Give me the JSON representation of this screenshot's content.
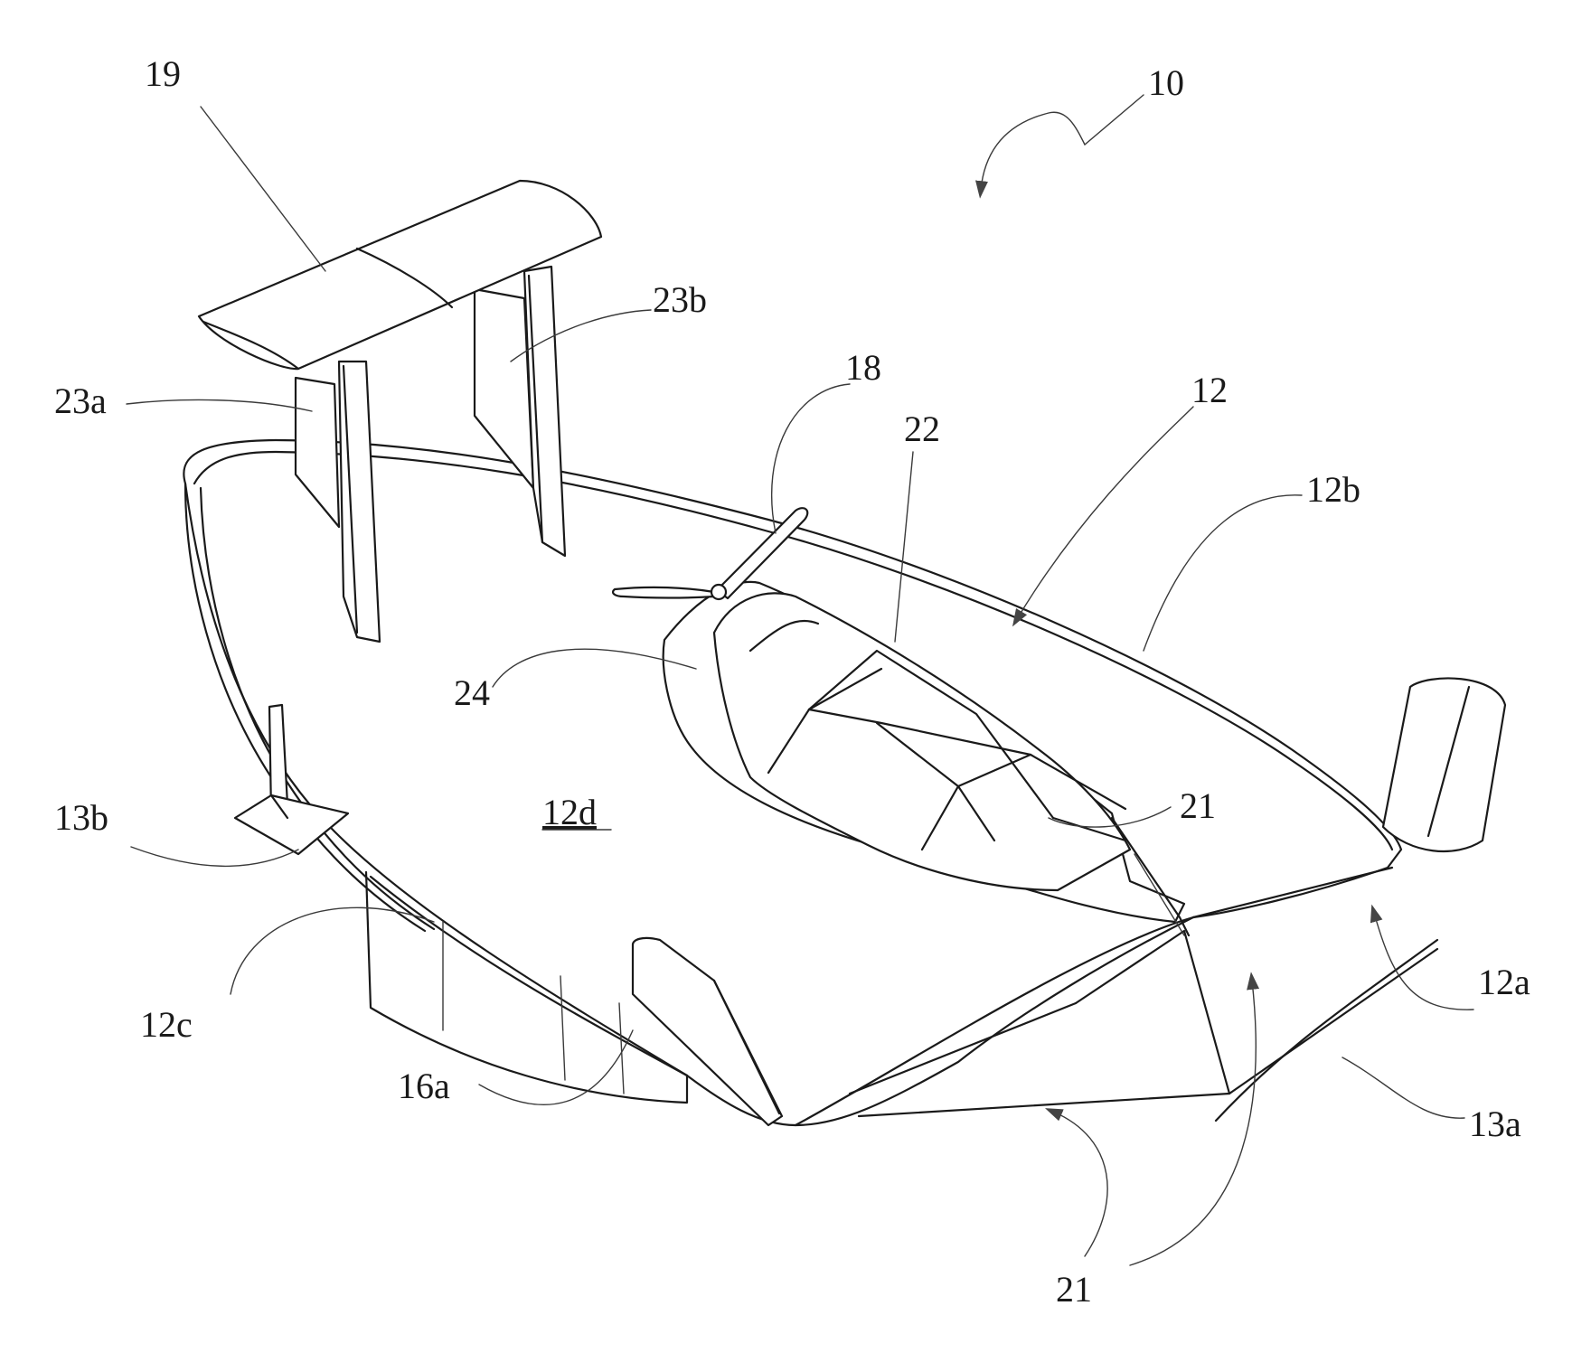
{
  "figure": {
    "labels": {
      "l10": "10",
      "l19": "19",
      "l23b": "23b",
      "l23a": "23a",
      "l18": "18",
      "l12": "12",
      "l22": "22",
      "l12b": "12b",
      "l24": "24",
      "l12d": "12d",
      "l13b": "13b",
      "l21_upper": "21",
      "l12c": "12c",
      "l12a": "12a",
      "l13a": "13a",
      "l16a": "16a",
      "l21_lower": "21"
    }
  }
}
